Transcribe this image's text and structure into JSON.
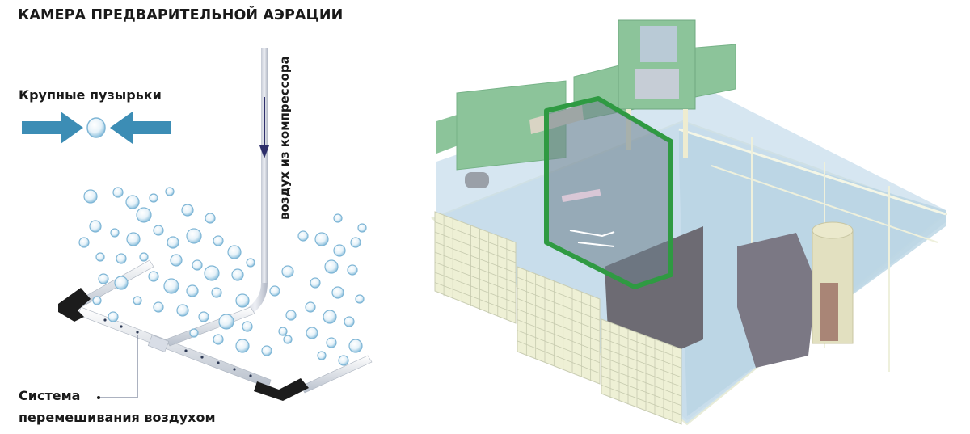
{
  "title": "КАМЕРА ПРЕДВАРИТЕЛЬНОЙ АЭРАЦИИ",
  "labels": {
    "large_bubbles": "Крупные пузырьки",
    "air_from_compressor": "воздух из компрессора",
    "mixing_system_line1": "Система",
    "mixing_system_line2": "перемешивания воздухом"
  },
  "colors": {
    "arrow_blue": "#3c8db5",
    "pipe_white": "#e8ecf2",
    "pipe_elbow": "#1c1c1c",
    "air_arrow": "#2e2f6b",
    "bubble_stroke": "#7fb6d6",
    "highlight_green": "#2f9a42",
    "housing_green": "#8cc49a",
    "tank_water": "#bcd8e6",
    "tank_frame": "#eef0d8",
    "media_gray": "#6a6870"
  },
  "icons": {
    "left_arrow": "arrow-right-icon",
    "right_arrow": "arrow-left-icon",
    "bubble": "bubble-icon"
  }
}
